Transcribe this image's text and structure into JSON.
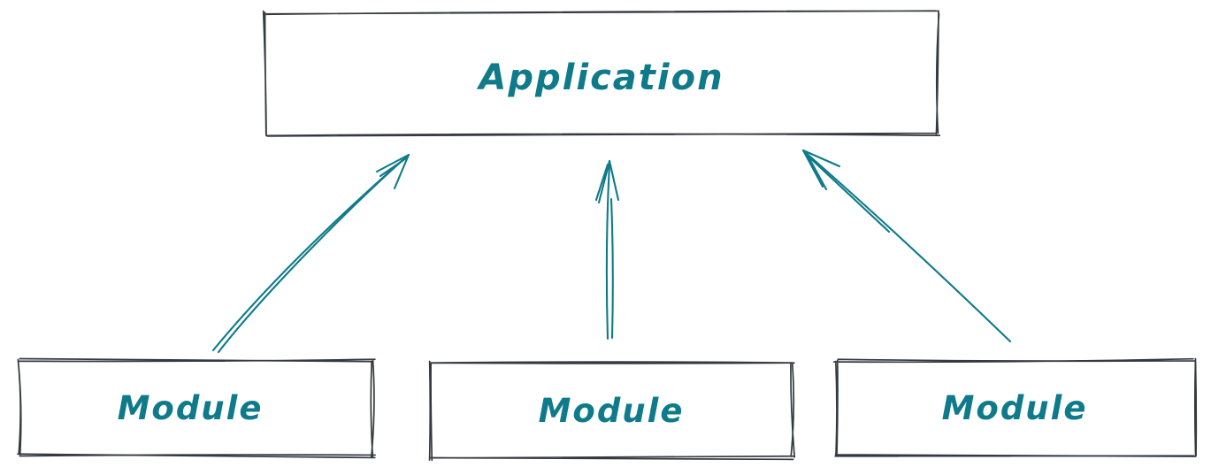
{
  "diagram": {
    "type": "dependency-diagram",
    "nodes": {
      "application": {
        "label": "Application"
      },
      "module1": {
        "label": "Module"
      },
      "module2": {
        "label": "Module"
      },
      "module3": {
        "label": "Module"
      }
    },
    "arrows": [
      {
        "from": "module1",
        "to": "application"
      },
      {
        "from": "module2",
        "to": "application"
      },
      {
        "from": "module3",
        "to": "application"
      }
    ],
    "colors": {
      "box_stroke": "#343a40",
      "accent_teal": "#0e7a8a",
      "background": "#ffffff"
    }
  }
}
